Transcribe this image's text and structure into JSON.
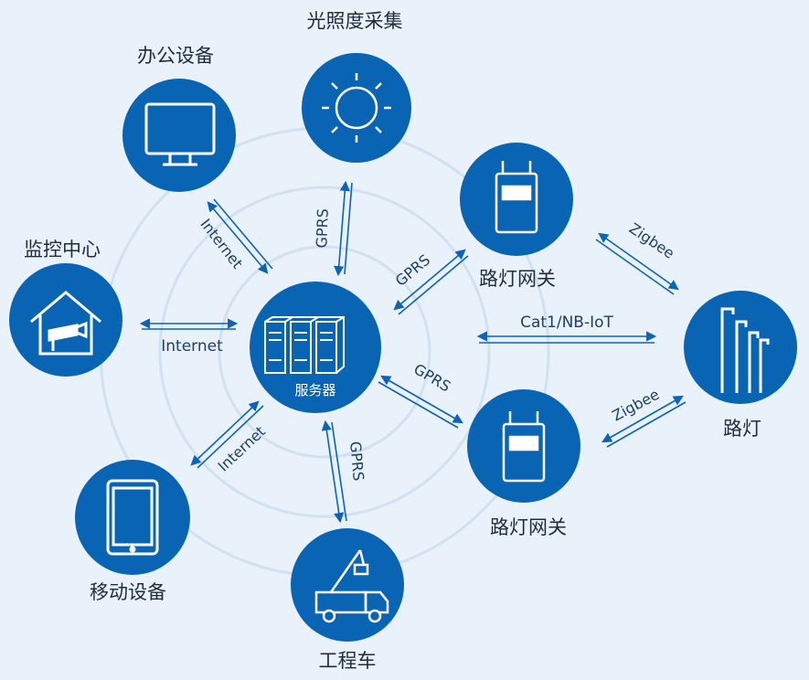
{
  "colors": {
    "background": "#e9f1fa",
    "node": "#0a64b4",
    "arrow": "#0d63b5",
    "text": "#1f2d3d"
  },
  "nodes": {
    "server": {
      "label": "服务器",
      "icon": "server-rack-icon"
    },
    "light": {
      "label": "光照度采集",
      "icon": "sun-icon"
    },
    "office": {
      "label": "办公设备",
      "icon": "monitor-icon"
    },
    "monitor": {
      "label": "监控中心",
      "icon": "house-camera-icon"
    },
    "mobile": {
      "label": "移动设备",
      "icon": "tablet-icon"
    },
    "truck": {
      "label": "工程车",
      "icon": "crane-truck-icon"
    },
    "gateway_top": {
      "label": "路灯网关",
      "icon": "gateway-device-icon"
    },
    "gateway_bot": {
      "label": "路灯网关",
      "icon": "gateway-device-icon"
    },
    "streetlight": {
      "label": "路灯",
      "icon": "street-light-icon"
    }
  },
  "links": {
    "office": "Internet",
    "light": "GPRS",
    "monitor": "Internet",
    "mobile": "Internet",
    "truck": "GPRS",
    "gateway_top": "GPRS",
    "gateway_bot": "GPRS",
    "direct": "Cat1/NB-IoT",
    "zigbee_top": "Zigbee",
    "zigbee_bot": "Zigbee"
  }
}
